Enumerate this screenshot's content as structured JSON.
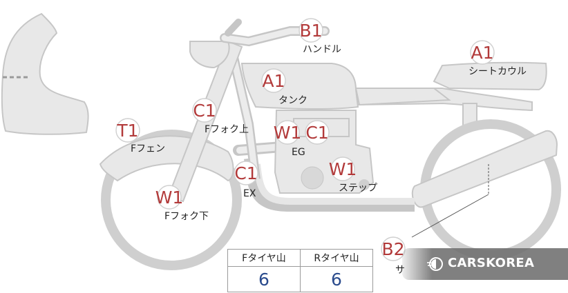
{
  "labels": {
    "handle": {
      "grade": "B1",
      "name": "ハンドル"
    },
    "seat_cowl": {
      "grade": "A1",
      "name": "シートカウル"
    },
    "tank": {
      "grade": "A1",
      "name": "タンク"
    },
    "fork_upper": {
      "grade": "C1",
      "name": "Fフォク上"
    },
    "front_fender": {
      "grade": "T1",
      "name": "Fフェン"
    },
    "engine": {
      "grade_w": "W1",
      "grade_c": "C1",
      "name": "EG"
    },
    "exhaust": {
      "grade": "C1",
      "name": "EX"
    },
    "step": {
      "grade": "W1",
      "name": "ステップ"
    },
    "fork_lower": {
      "grade": "W1",
      "name": "Fフォク下"
    },
    "side": {
      "grade": "B2",
      "name": "サ"
    }
  },
  "tire": {
    "front_header": "Fタイヤ山",
    "rear_header": "Rタイヤ山",
    "front_value": "6",
    "rear_value": "6"
  },
  "watermark": {
    "text": "CARSKOREA",
    "icon": "carskorea-logo-icon"
  }
}
